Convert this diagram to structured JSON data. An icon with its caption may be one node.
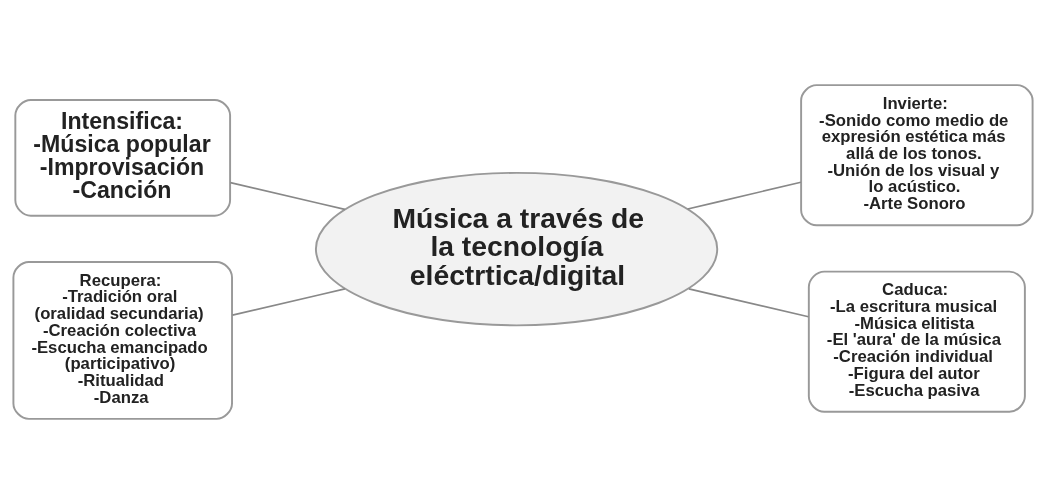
{
  "diagram": {
    "nodes": [
      {
        "text": [
          "Música a través de la tecnología eléctrtica/digital"
        ]
      },
      {
        "text": [
          "Intensifica:",
          "-Música popular",
          "-Improvisación",
          "-Canción"
        ]
      },
      {
        "text": [
          "Recupera:",
          "-Tradición oral (oralidad secundaria)",
          "-Creación colectiva",
          "-Escucha emancipado (participativo)",
          "-Ritualidad",
          "-Danza"
        ]
      },
      {
        "text": [
          "Invierte:",
          "-Sonido como medio de expresión estética más allá de los tonos.",
          "-Unión de los visual y lo acústico.",
          "-Arte Sonoro"
        ]
      },
      {
        "text": [
          "Caduca:",
          "-La escritura musical",
          "-Música elitista",
          "-El 'aura' de la música",
          "-Creación individual",
          "-Figura del autor",
          "-Escucha pasiva"
        ]
      }
    ],
    "edges": [
      {
        "from": 1,
        "to": 0,
        "arrow": "none"
      },
      {
        "from": 2,
        "to": 0,
        "arrow": "none"
      },
      {
        "from": 0,
        "to": 3,
        "arrow": "none"
      },
      {
        "from": 0,
        "to": 4,
        "arrow": "none"
      }
    ]
  }
}
